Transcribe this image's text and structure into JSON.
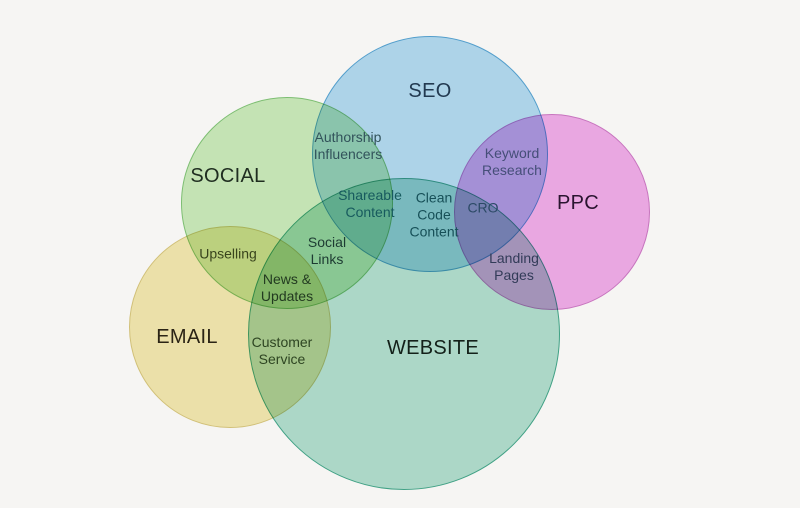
{
  "page": {
    "background_color": "#f6f5f3",
    "description": "Venn diagram of digital marketing channels and their overlapping tactics"
  },
  "diagram": {
    "type": "venn",
    "sets": [
      {
        "id": "seo",
        "label": "SEO",
        "fill": "#b4dcf4",
        "stroke": "#56a5d6",
        "label_color": "#223950"
      },
      {
        "id": "social",
        "label": "SOCIAL",
        "fill": "#cbedbd",
        "stroke": "#82c678",
        "label_color": "#1f2d20"
      },
      {
        "id": "ppc",
        "label": "PPC",
        "fill": "#f2aeec",
        "stroke": "#cf79c8",
        "label_color": "#2a1430"
      },
      {
        "id": "email",
        "label": "EMAIL",
        "fill": "#f4eab2",
        "stroke": "#d9c87e",
        "label_color": "#2b2415"
      },
      {
        "id": "website",
        "label": "WEBSITE",
        "fill": "#b2e0d1",
        "stroke": "#43a88c",
        "label_color": "#132019"
      }
    ],
    "intersections": [
      {
        "id": "authorship-influencers",
        "sets": [
          "seo",
          "social"
        ],
        "text": "Authorship\nInfluencers",
        "color": "#32535b"
      },
      {
        "id": "keyword-research",
        "sets": [
          "seo",
          "ppc"
        ],
        "text": "Keyword\nResearch",
        "color": "#454e78"
      },
      {
        "id": "shareable-content",
        "sets": [
          "seo",
          "social",
          "website"
        ],
        "text": "Shareable\nContent",
        "color": "#175a5e"
      },
      {
        "id": "clean-code-content",
        "sets": [
          "seo",
          "website"
        ],
        "text": "Clean\nCode\nContent",
        "color": "#175058"
      },
      {
        "id": "cro",
        "sets": [
          "seo",
          "ppc",
          "website"
        ],
        "text": "CRO",
        "color": "#2c4a66"
      },
      {
        "id": "social-links",
        "sets": [
          "social",
          "website"
        ],
        "text": "Social\nLinks",
        "color": "#1d3b32"
      },
      {
        "id": "upselling",
        "sets": [
          "social",
          "email"
        ],
        "text": "Upselling",
        "color": "#39441d"
      },
      {
        "id": "news-updates",
        "sets": [
          "social",
          "email",
          "website"
        ],
        "text": "News &\nUpdates",
        "color": "#223a20"
      },
      {
        "id": "landing-pages",
        "sets": [
          "ppc",
          "website"
        ],
        "text": "Landing\nPages",
        "color": "#323b58"
      },
      {
        "id": "customer-service",
        "sets": [
          "email",
          "website"
        ],
        "text": "Customer\nService",
        "color": "#2e4522"
      }
    ]
  }
}
